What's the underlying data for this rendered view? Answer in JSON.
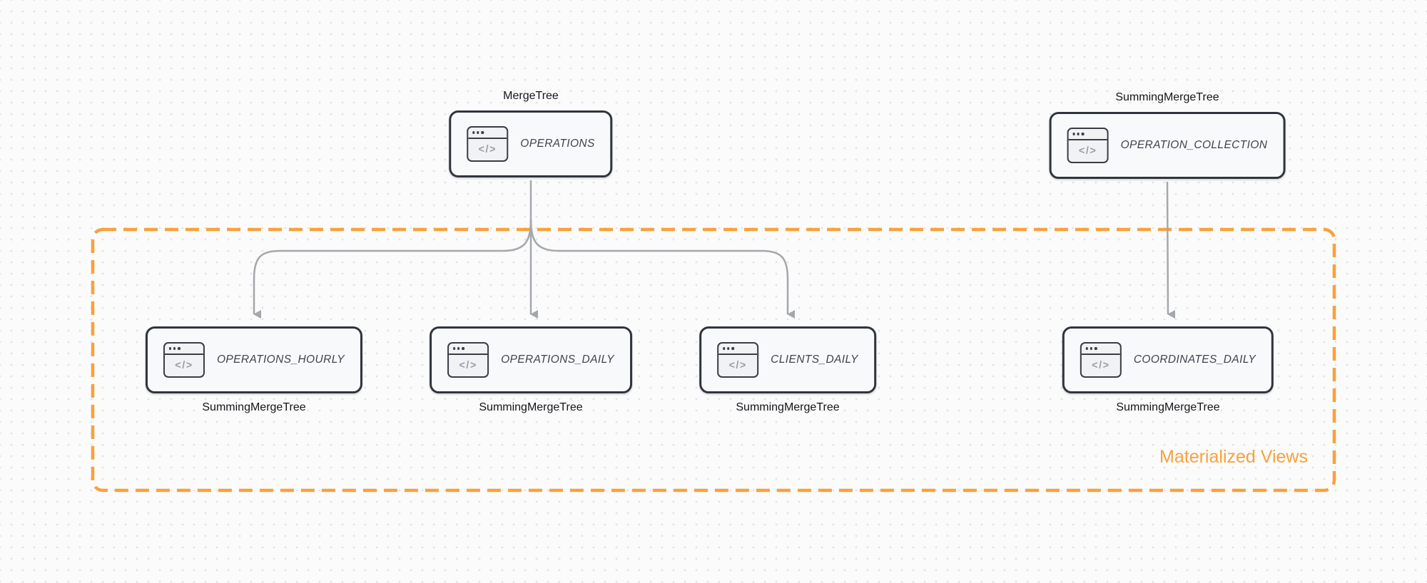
{
  "canvas": {
    "background": "#FBFBFC",
    "dot_color": "#E3E3E6"
  },
  "colors": {
    "node_border": "#30343C",
    "node_fill": "#F8F9FA",
    "node_text": "#3E434B",
    "engine_label_text": "#141518",
    "arrow": "#A4A7AB",
    "accent_orange": "#F9A13B"
  },
  "icon": {
    "name": "code-window-icon",
    "glyph": "</>"
  },
  "nodes": [
    {
      "id": "operations",
      "table": "OPERATIONS",
      "engine_label": "MergeTree",
      "label_position": "top"
    },
    {
      "id": "operation-collection",
      "table": "OPERATION_COLLECTION",
      "engine_label": "SummingMergeTree",
      "label_position": "top"
    },
    {
      "id": "operations-hourly",
      "table": "OPERATIONS_HOURLY",
      "engine_label": "SummingMergeTree",
      "label_position": "bottom"
    },
    {
      "id": "operations-daily",
      "table": "OPERATIONS_DAILY",
      "engine_label": "SummingMergeTree",
      "label_position": "bottom"
    },
    {
      "id": "clients-daily",
      "table": "CLIENTS_DAILY",
      "engine_label": "SummingMergeTree",
      "label_position": "bottom"
    },
    {
      "id": "coordinates-daily",
      "table": "COORDINATES_DAILY",
      "engine_label": "SummingMergeTree",
      "label_position": "bottom"
    }
  ],
  "edges": [
    {
      "from": "OPERATIONS",
      "to": "OPERATIONS_HOURLY"
    },
    {
      "from": "OPERATIONS",
      "to": "OPERATIONS_DAILY"
    },
    {
      "from": "OPERATIONS",
      "to": "CLIENTS_DAILY"
    },
    {
      "from": "OPERATION_COLLECTION",
      "to": "COORDINATES_DAILY"
    }
  ],
  "group": {
    "label": "Materialized Views"
  }
}
